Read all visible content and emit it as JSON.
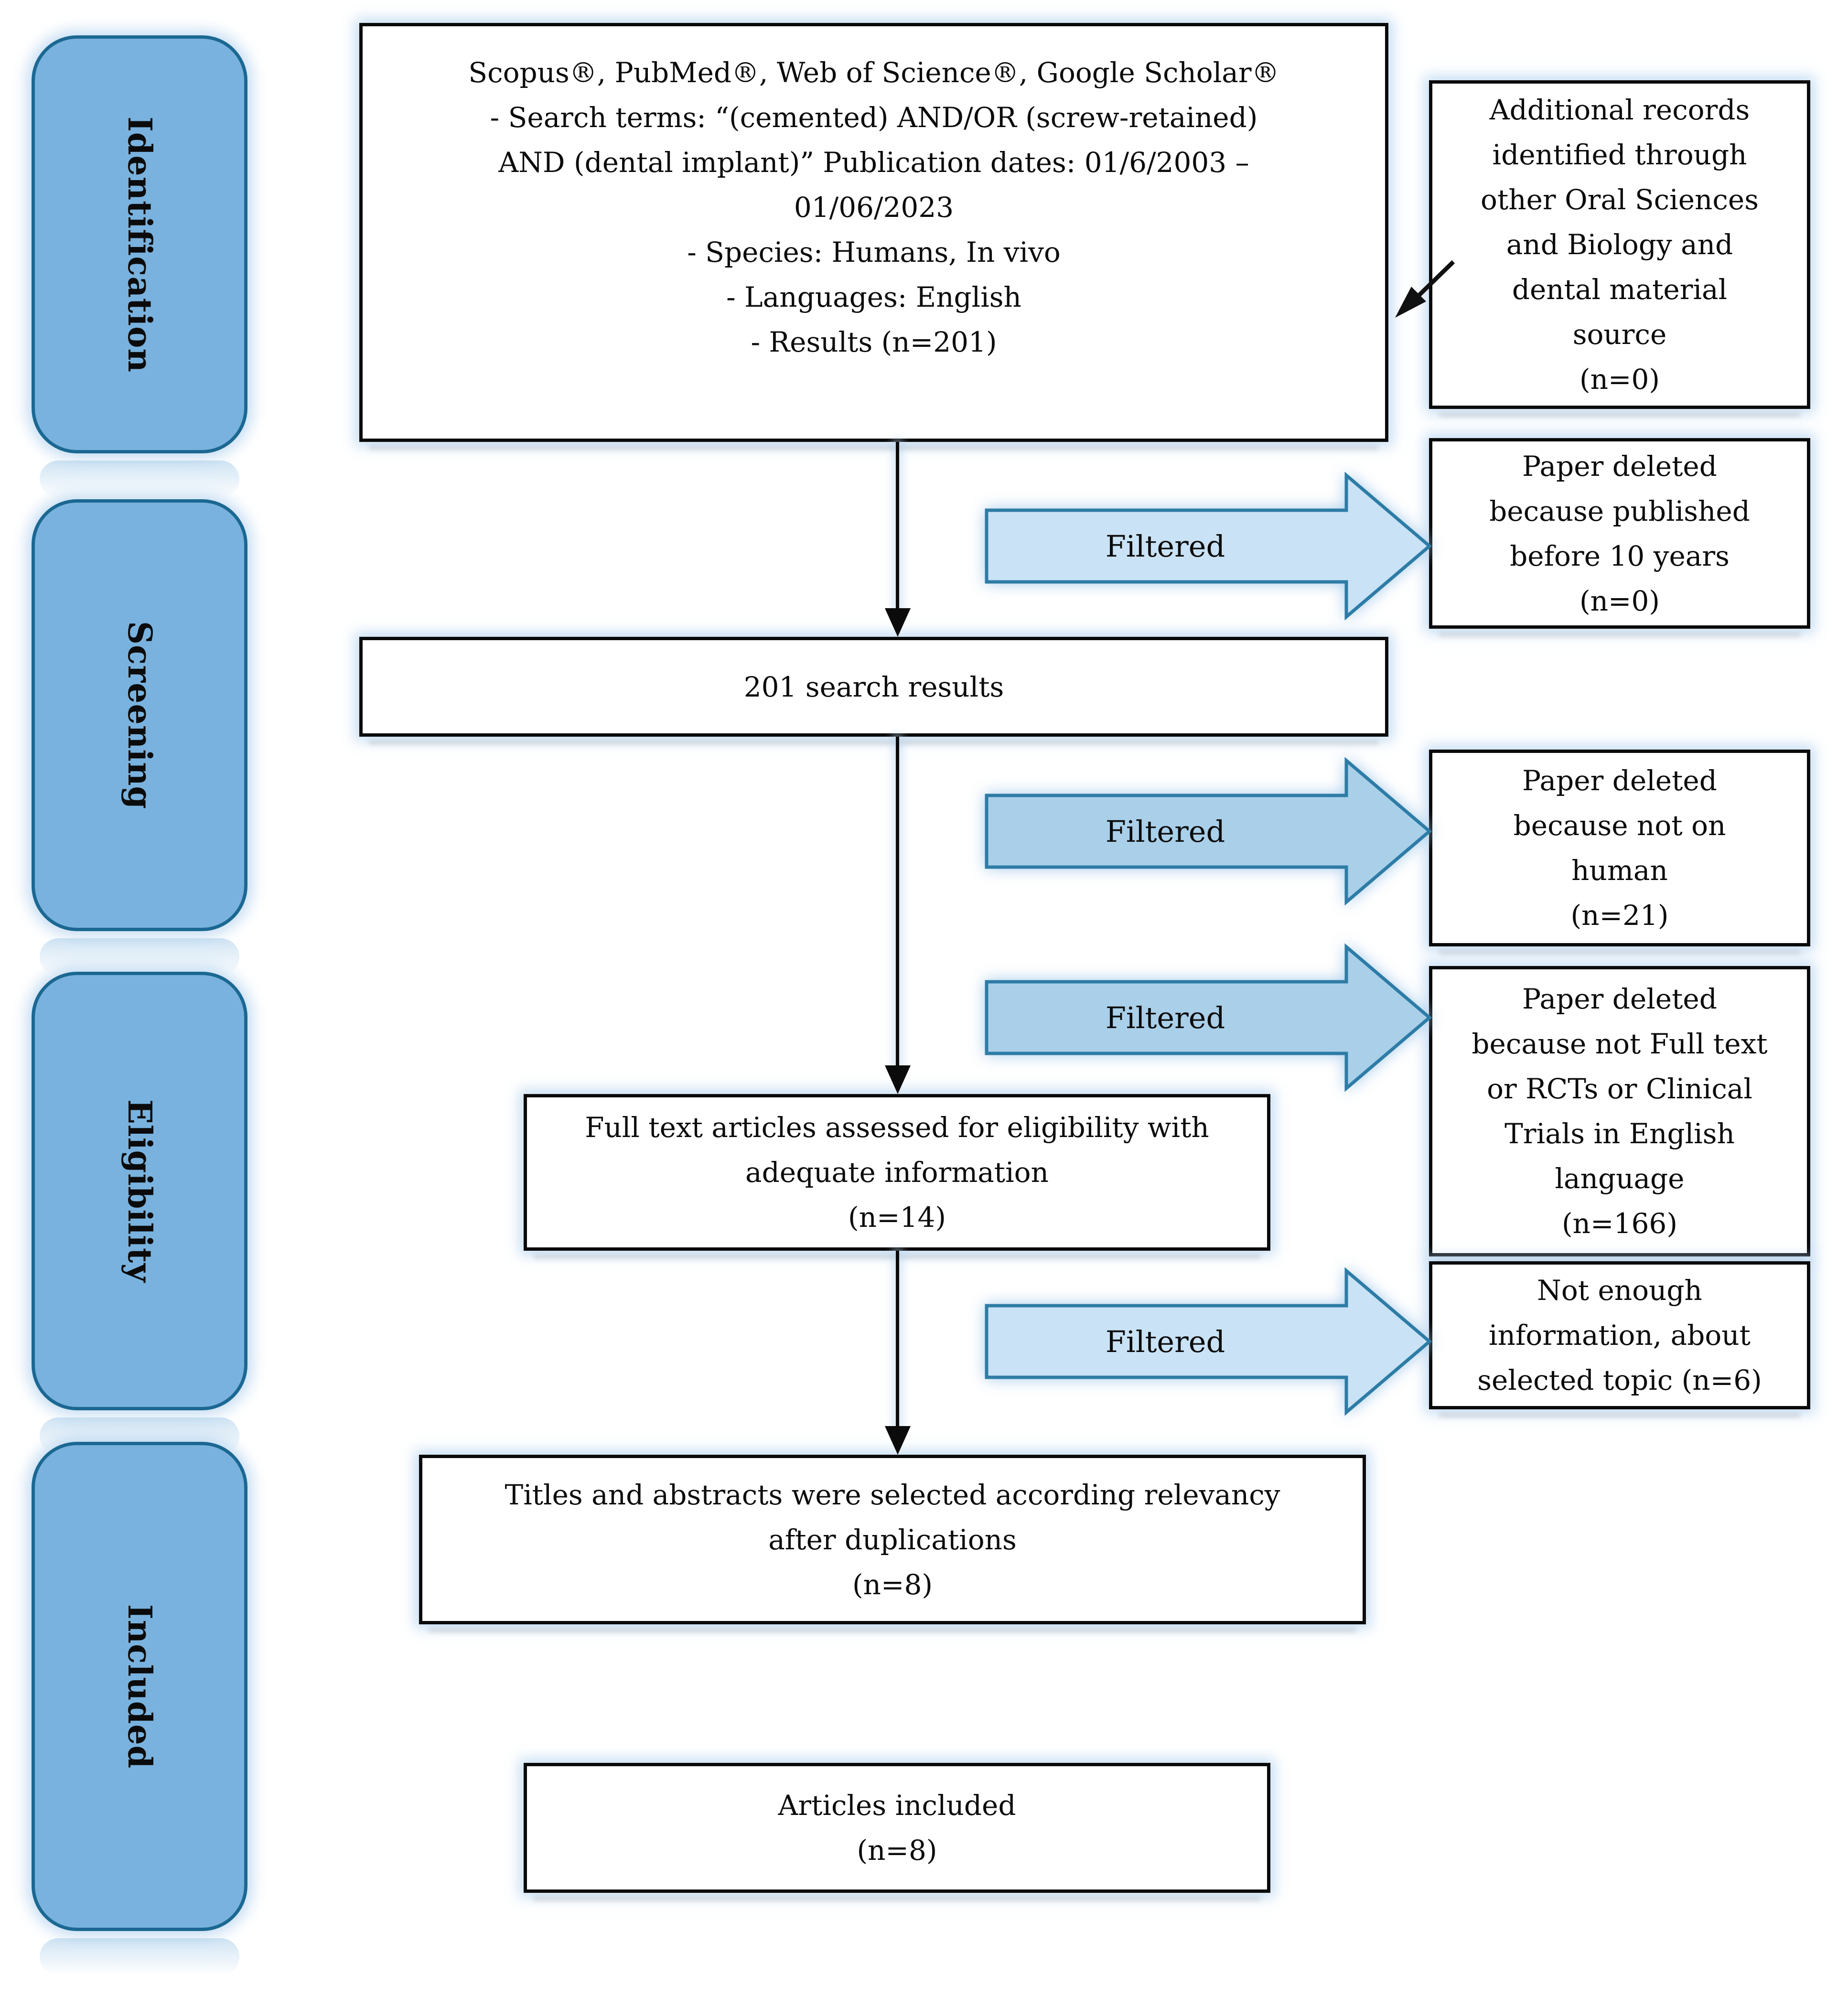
{
  "sidebar": {
    "fill": "#79B2DE",
    "border_color": "#1B6892",
    "stages": [
      {
        "label": "Identification"
      },
      {
        "label": "Screening"
      },
      {
        "label": "Eligibility"
      },
      {
        "label": "Included"
      }
    ]
  },
  "flow": {
    "identification_box": {
      "lines": [
        "Scopus®, PubMed®, Web of Science®, Google Scholar®",
        "-   Search terms: “(cemented) AND/OR (screw-retained)",
        "AND (dental implant)” Publication dates: 01/6/2003 –",
        "01/06/2023",
        "- Species: Humans, In vivo",
        "- Languages: English",
        "- Results (n=201)"
      ]
    },
    "results_box": {
      "text": "201 search results"
    },
    "eligibility_box": {
      "lines": [
        "Full text articles assessed for eligibility with",
        "adequate information",
        "(n=14)"
      ]
    },
    "titles_box": {
      "lines": [
        "Titles and abstracts were selected according relevancy",
        "after duplications",
        "(n=8)"
      ]
    },
    "included_box": {
      "lines": [
        "Articles included",
        "(n=8)"
      ]
    }
  },
  "exclusion_boxes": {
    "additional_records": {
      "lines": [
        "Additional records",
        "identified through",
        "other Oral Sciences",
        "and Biology and",
        "dental material",
        "source",
        "(n=0)"
      ]
    },
    "before_10_years": {
      "lines": [
        "Paper deleted",
        "because published",
        "before 10 years",
        "(n=0)"
      ]
    },
    "not_on_human": {
      "lines": [
        "Paper deleted",
        "because not on",
        "human",
        "(n=21)"
      ]
    },
    "not_full_text": {
      "lines": [
        "Paper deleted",
        "because not Full text",
        "or RCTs or Clinical",
        "Trials in English",
        "language",
        "(n=166)"
      ]
    },
    "not_enough_info": {
      "lines": [
        "Not enough",
        "information, about",
        "selected topic (n=6)"
      ]
    }
  },
  "arrows": {
    "filtered_label": "Filtered",
    "fill_light": "#C9E2F5",
    "fill_medium": "#A9CFE9",
    "border_color": "#2D7CA6"
  }
}
